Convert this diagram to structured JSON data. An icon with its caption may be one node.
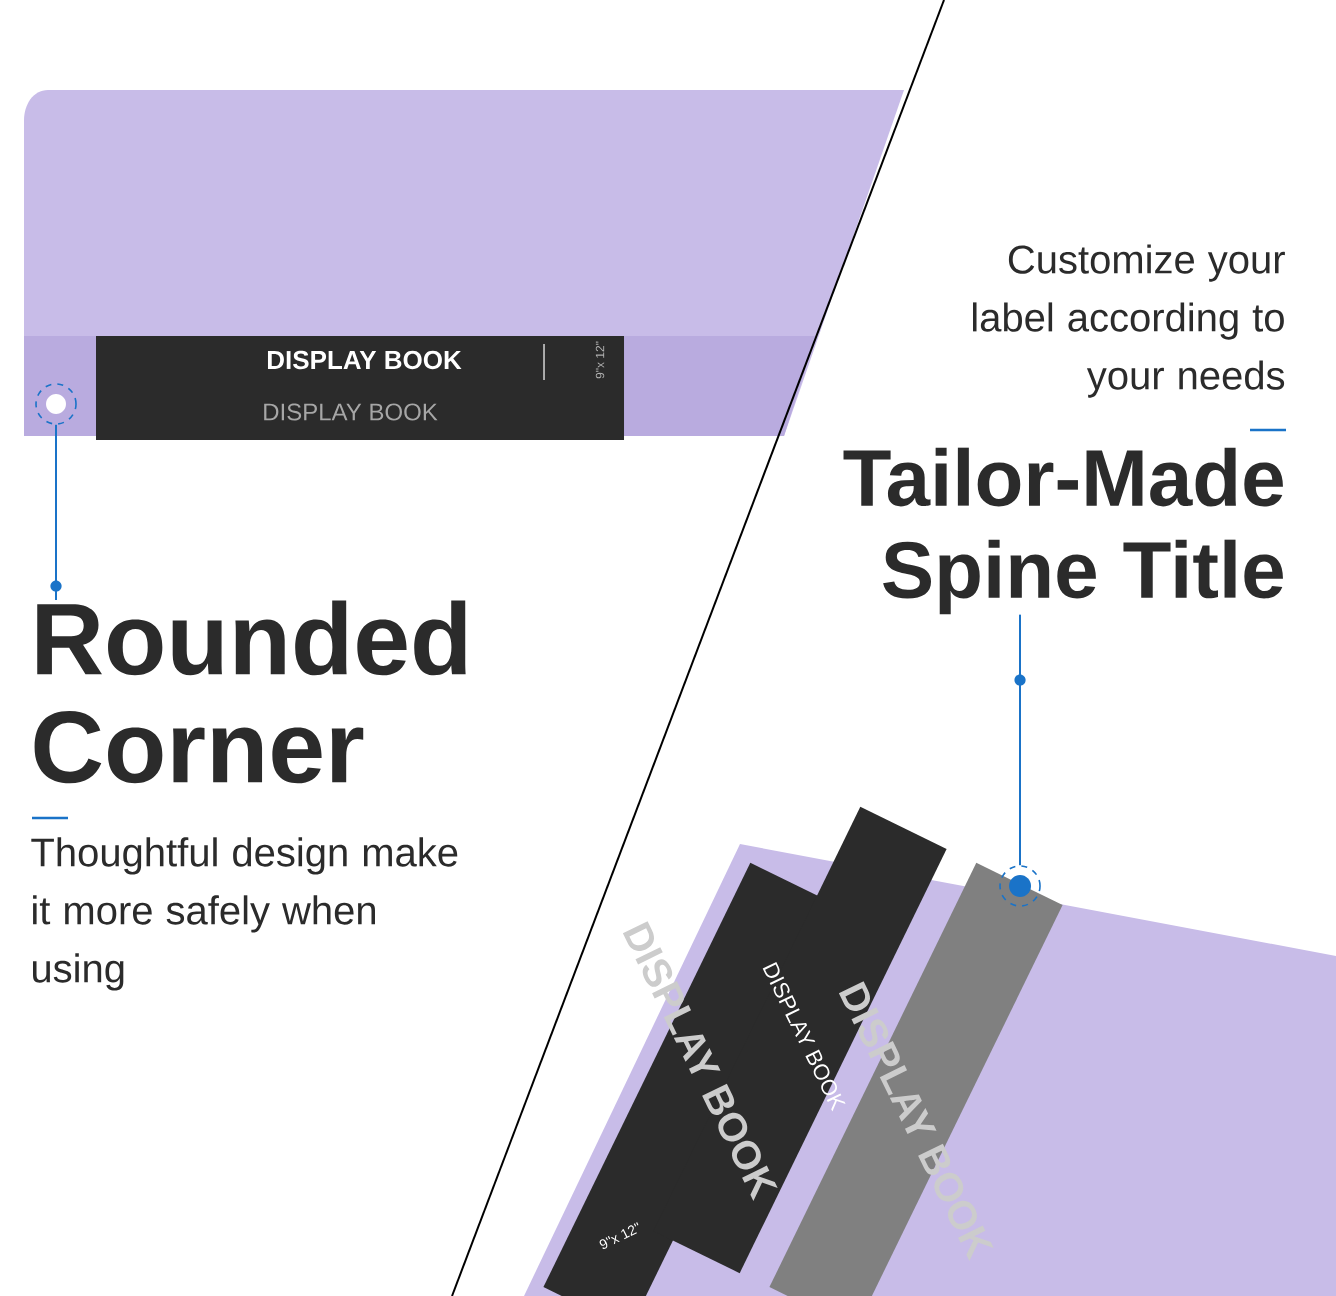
{
  "diagram": {
    "nodes": [
      {
        "text": [
          "Rounded Corner",
          "Thoughtful design make it more safely when using"
        ]
      },
      {
        "text": [],
        "shape": "circle"
      },
      {
        "text": [
          "Customize your label according to your needs",
          "Tailor-Made Spine Title"
        ]
      },
      {
        "text": [],
        "shape": "circle"
      }
    ],
    "edges": [
      {
        "from": 0,
        "to": 1,
        "arrow": "none",
        "color": "#1a73c8"
      },
      {
        "from": 2,
        "to": 3,
        "arrow": "none",
        "color": "#1a73c8"
      }
    ],
    "labels": [
      "DISPLAY BOOK",
      "9\"x 12\"",
      "DISPLAY BOOK",
      "DISPLAY BOOK",
      "DISPLAY BOOK",
      "9\"x 12\"",
      "DISPLAY BOOK"
    ]
  }
}
